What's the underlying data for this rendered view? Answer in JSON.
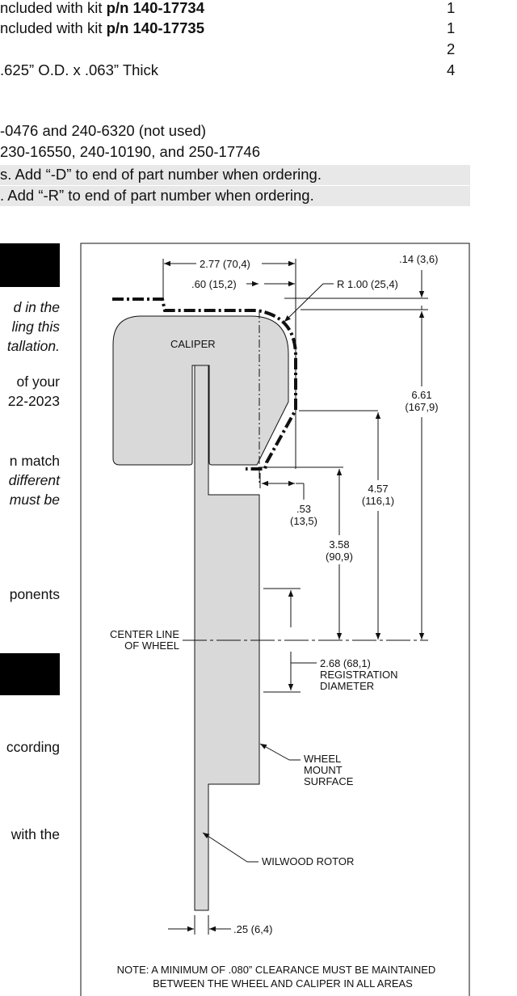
{
  "parts_table": {
    "rows": [
      {
        "prefix": "ncluded with kit ",
        "bold": "p/n 140-17734",
        "qty": "1"
      },
      {
        "prefix": "ncluded with kit ",
        "bold": "p/n 140-17735",
        "qty": "1"
      },
      {
        "prefix": "",
        "bold": "",
        "qty": "2"
      },
      {
        "prefix": " .625” O.D. x .063” Thick",
        "bold": "",
        "qty": "4"
      }
    ]
  },
  "notes": {
    "line1": "-0476 and 240-6320 (not used)",
    "line2": "230-16550, 240-10190, and 250-17746",
    "line3": "s.  Add “-D” to end of part number when ordering.",
    "line4": ".  Add “-R” to end of part number when ordering."
  },
  "left_column": {
    "p1_l1": "d in the",
    "p1_l2": "ling this",
    "p1_l3": "tallation.",
    "p2_l1": "of your",
    "p2_l2": "22-2023",
    "p3_l1": "n match",
    "p3_l2": "different",
    "p3_l3": "must be",
    "p4_l1": "ponents",
    "p5_l1": "ccording",
    "p6_l1": "with the"
  },
  "diagram": {
    "dim_277": "2.77 (70,4)",
    "dim_060": ".60 (15,2)",
    "dim_r100": "R 1.00 (25,4)",
    "dim_014": ".14 (3,6)",
    "caliper": "CALIPER",
    "dim_661_a": "6.61",
    "dim_661_b": "(167,9)",
    "dim_457_a": "4.57",
    "dim_457_b": "(116,1)",
    "dim_053_a": ".53",
    "dim_053_b": "(13,5)",
    "dim_358_a": "3.58",
    "dim_358_b": "(90,9)",
    "centerline_a": "CENTER LINE",
    "centerline_b": "OF WHEEL",
    "reg_a": "2.68 (68,1)",
    "reg_b": "REGISTRATION",
    "reg_c": "DIAMETER",
    "wheel_a": "WHEEL",
    "wheel_b": "MOUNT",
    "wheel_c": "SURFACE",
    "rotor": "WILWOOD ROTOR",
    "dim_025": ".25 (6,4)",
    "note_a": "NOTE: A MINIMUM OF .080” CLEARANCE MUST BE MAINTAINED",
    "note_b": "BETWEEN THE WHEEL AND CALIPER IN ALL AREAS"
  }
}
